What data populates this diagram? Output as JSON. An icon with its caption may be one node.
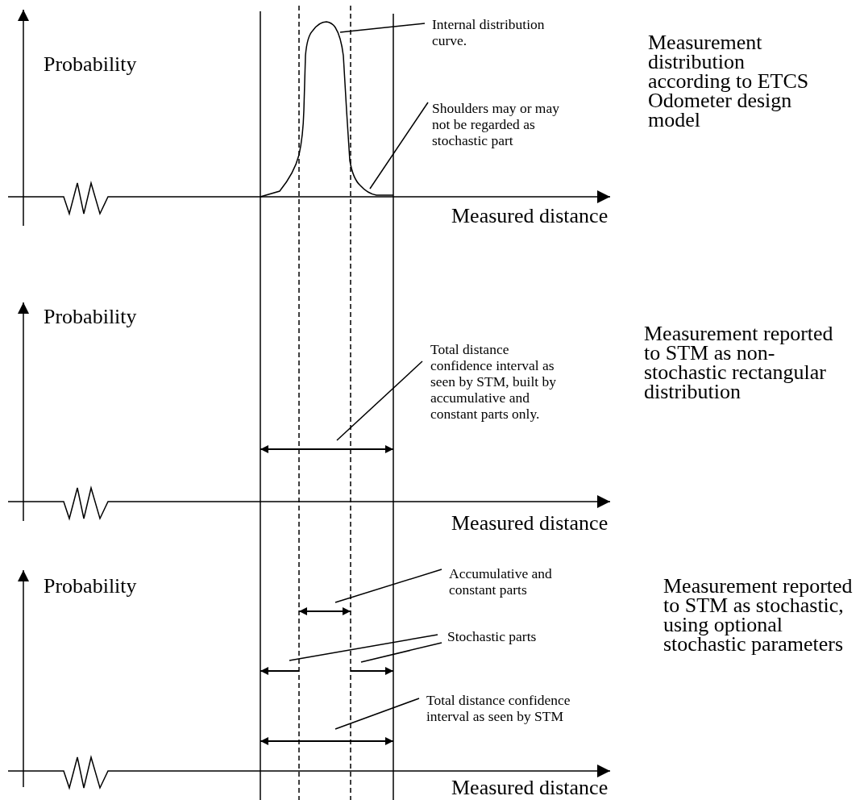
{
  "diagram": {
    "nodes": [
      {
        "text": [
          "Internal distribution curve."
        ]
      },
      {
        "text": [
          "Shoulders may or may not be regarded as stochastic part"
        ]
      },
      {
        "text": [
          "Total distance confidence interval as seen by STM, built by accumulative and constant parts only."
        ]
      },
      {
        "text": [
          "Accumulative and constant parts"
        ]
      },
      {
        "text": [
          "Stochastic parts"
        ]
      },
      {
        "text": [
          "Total distance confidence interval as seen by STM"
        ]
      }
    ],
    "edges": [
      {
        "from": 0,
        "to": null,
        "arrow": "none"
      },
      {
        "from": 1,
        "to": null,
        "arrow": "none"
      },
      {
        "from": 2,
        "to": null,
        "arrow": "none"
      },
      {
        "from": 3,
        "to": null,
        "arrow": "none"
      },
      {
        "from": 4,
        "to": null,
        "arrow": "none"
      },
      {
        "from": 4,
        "to": null,
        "arrow": "none"
      },
      {
        "from": 5,
        "to": null,
        "arrow": "none"
      }
    ],
    "labels": [
      "Probability",
      "Measurement distribution according to ETCS Odometer design model",
      "Measured distance",
      "Probability",
      "Measurement reported to STM as non-stochastic rectangular distribution",
      "Measured distance",
      "Probability",
      "Measurement reported to STM as stochastic, using optional stochastic parameters",
      "Measured distance"
    ]
  }
}
